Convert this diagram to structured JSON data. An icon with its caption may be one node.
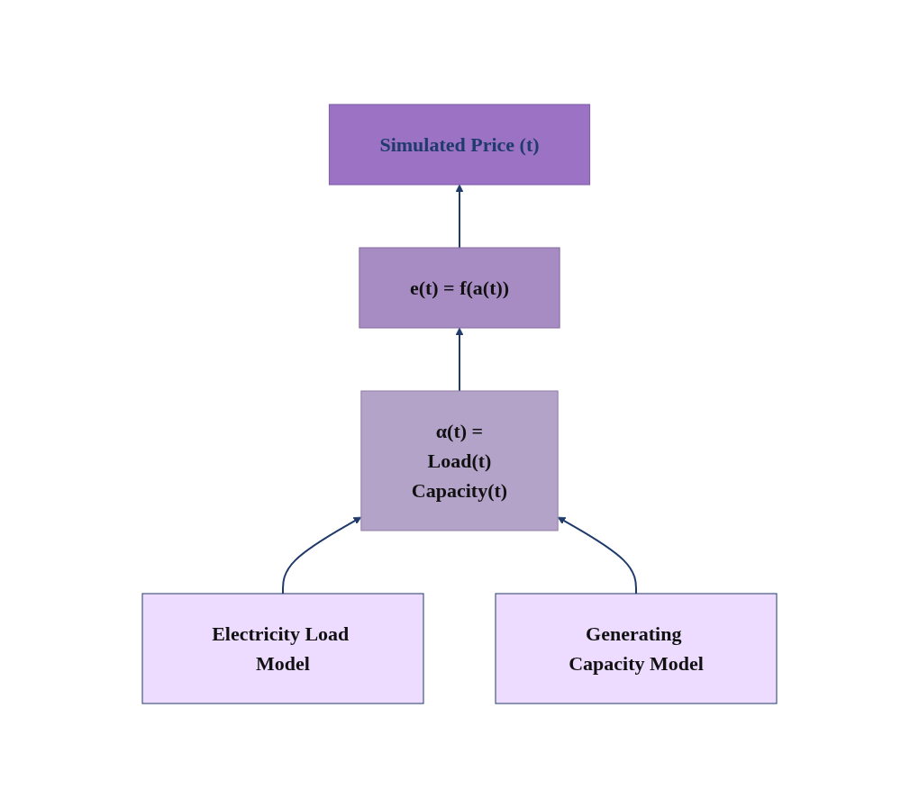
{
  "diagram": {
    "nodes": [
      {
        "text": [
          "Simulated Price (t)"
        ]
      },
      {
        "text": [
          "e(t) = f(a(t))"
        ]
      },
      {
        "text": [
          "α(t) =",
          "Load(t)",
          "Capacity(t)"
        ]
      },
      {
        "text": [
          "Electricity Load Model"
        ]
      },
      {
        "text": [
          "Generating Capacity Model"
        ]
      }
    ],
    "edges": [
      {
        "from": 3,
        "to": 2,
        "arrow": "to"
      },
      {
        "from": 4,
        "to": 2,
        "arrow": "to"
      },
      {
        "from": 2,
        "to": 1,
        "arrow": "to"
      },
      {
        "from": 1,
        "to": 0,
        "arrow": "to"
      }
    ]
  }
}
